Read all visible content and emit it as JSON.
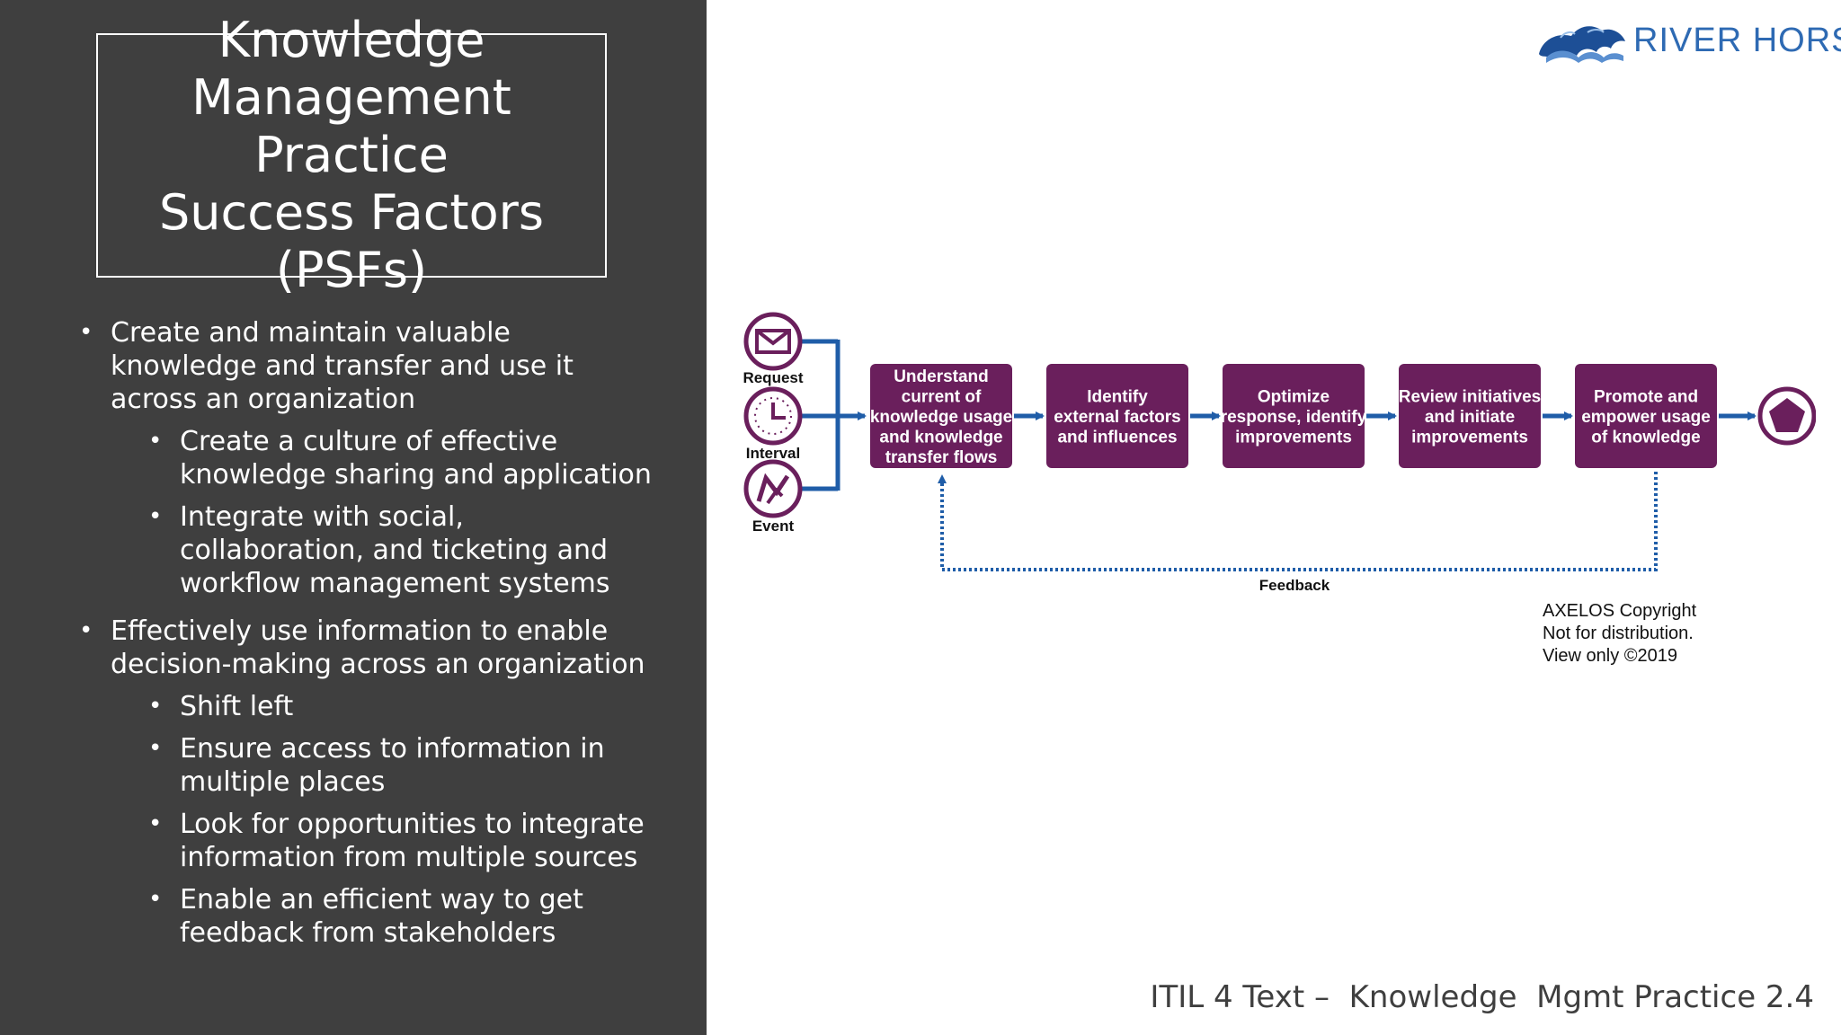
{
  "slide": {
    "title_lines": [
      "Knowledge",
      "Management Practice",
      "Success Factors (PSFs)"
    ],
    "bullets": [
      {
        "text": "Create and maintain valuable knowledge and transfer and use it across an organization",
        "sub": [
          "Create a culture of effective knowledge sharing and application",
          "Integrate with social, collaboration, and ticketing and workflow management systems"
        ]
      },
      {
        "text": "Effectively use information to enable decision-making across an organization",
        "sub": [
          "Shift left",
          "Ensure access to information in multiple places",
          "Look for opportunities to integrate information from multiple sources",
          "Enable an efficient way to get feedback from stakeholders"
        ]
      }
    ],
    "footer": "ITIL 4 Text –  Knowledge  Mgmt Practice 2.4"
  },
  "logo": {
    "text": "RIVER HORSE",
    "color": "#2e6ab3",
    "icon": "hippo-wave-icon"
  },
  "diagram": {
    "colors": {
      "box": "#6a1f5c",
      "arrow": "#1f5da8",
      "icon_ring": "#6a1f5c"
    },
    "triggers": [
      {
        "label": "Request",
        "icon": "envelope-icon"
      },
      {
        "label": "Interval",
        "icon": "clock-icon"
      },
      {
        "label": "Event",
        "icon": "lightning-icon"
      }
    ],
    "steps": [
      {
        "lines": [
          "Understand",
          "current of",
          "knowledge usage",
          "and knowledge",
          "transfer flows"
        ]
      },
      {
        "lines": [
          "Identify",
          "external factors",
          "and influences"
        ]
      },
      {
        "lines": [
          "Optimize",
          "response, identify",
          "improvements"
        ]
      },
      {
        "lines": [
          "Review initiatives",
          "and initiate",
          "improvements"
        ]
      },
      {
        "lines": [
          "Promote and",
          "empower usage",
          "of knowledge"
        ]
      }
    ],
    "end_icon": "pentagon-end-icon",
    "feedback_label": "Feedback"
  },
  "copyright": {
    "lines": [
      "AXELOS Copyright",
      "Not for distribution.",
      "View only ©2019"
    ]
  }
}
